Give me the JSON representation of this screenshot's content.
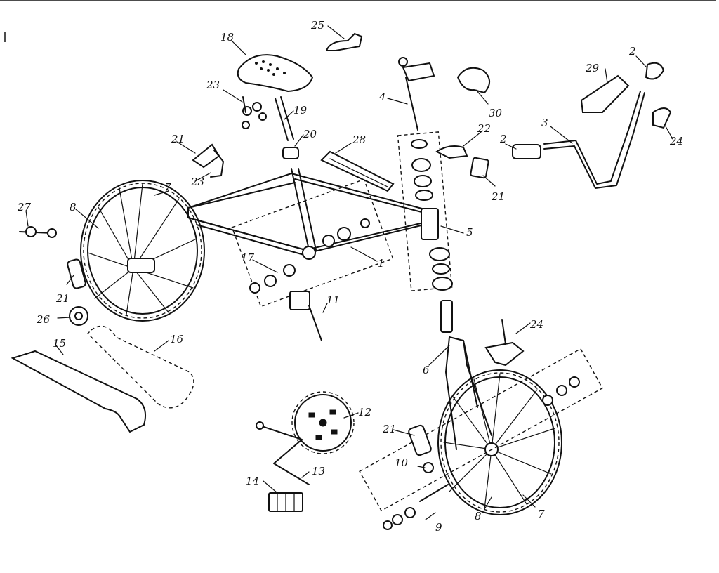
{
  "diagram": {
    "labels": {
      "l1": "1",
      "l2a": "2",
      "l2b": "2",
      "l3": "3",
      "l4": "4",
      "l5": "5",
      "l6": "6",
      "l7a": "7",
      "l7b": "7",
      "l8a": "8",
      "l8b": "8",
      "l9": "9",
      "l10": "10",
      "l11": "11",
      "l12": "12",
      "l13": "13",
      "l14": "14",
      "l15": "15",
      "l16": "16",
      "l17": "17",
      "l18": "18",
      "l19": "19",
      "l20": "20",
      "l21a": "21",
      "l21b": "21",
      "l21c": "21",
      "l21d": "21",
      "l22": "22",
      "l23a": "23",
      "l23b": "23",
      "l24a": "24",
      "l24b": "24",
      "l25": "25",
      "l26": "26",
      "l27": "27",
      "l28": "28",
      "l29": "29",
      "l30": "30"
    }
  }
}
